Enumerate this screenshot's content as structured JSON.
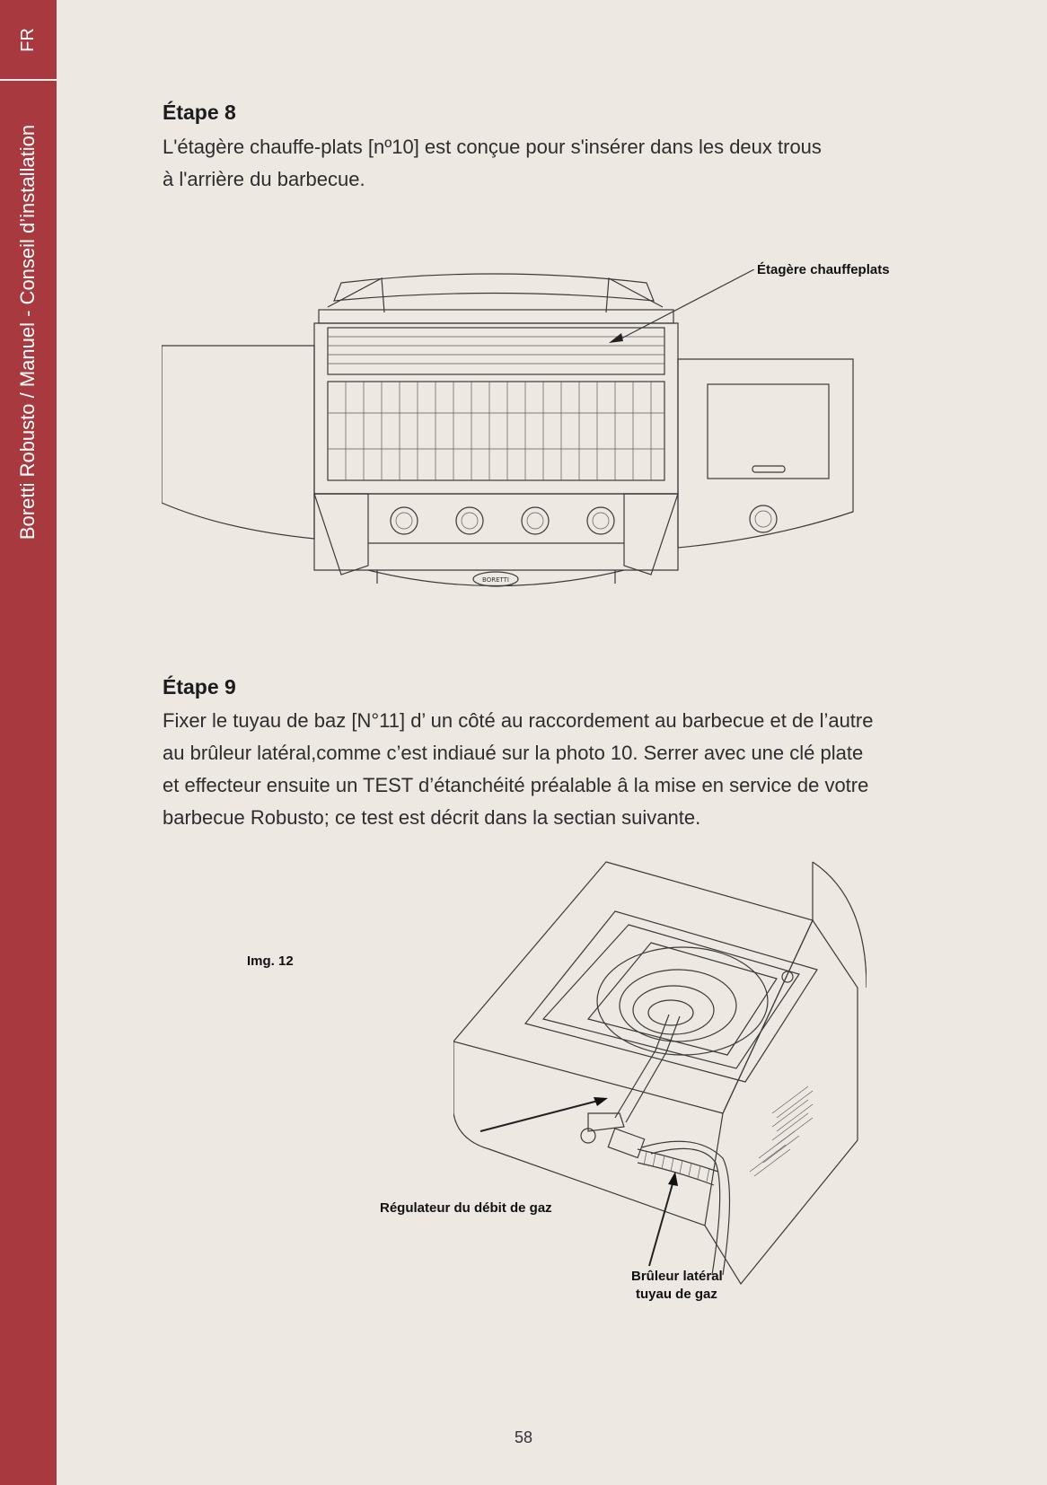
{
  "sidebar": {
    "lang": "FR",
    "title": "Boretti Robusto / Manuel - Conseil d’installation"
  },
  "step8": {
    "title": "Étape 8",
    "lines": [
      "L'étagère chauffe-plats [nº10] est conçue pour s'insérer dans les deux trous",
      "à l'arrière du barbecue."
    ],
    "label": "Étagère chauffeplats"
  },
  "step9": {
    "title": "Étape 9",
    "lines": [
      "Fixer le tuyau de baz [N°11] d’ un côté au raccordement au barbecue et de l’autre",
      "au brûleur latéral,comme c’est indiaué sur la photo 10. Serrer avec une clé plate",
      "et effecteur ensuite un TEST d’étanchéité préalable â la mise en service de votre",
      "barbecue Robusto; ce test est décrit dans la sectian suivante."
    ],
    "img_label": "Img. 12",
    "label_regulator": "Régulateur du débit de gaz",
    "label_hose_line1": "Brûleur latéral",
    "label_hose_line2": "tuyau de gaz"
  },
  "logo": "BORETTI",
  "page_number": "58"
}
